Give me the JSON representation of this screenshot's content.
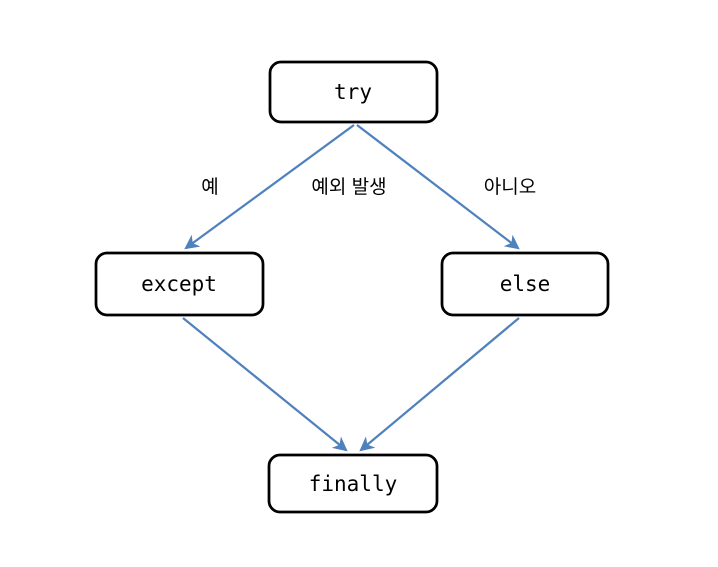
{
  "diagram": {
    "type": "flowchart",
    "background_color": "#ffffff",
    "node_fill_color": "#ffffff",
    "node_border_color": "#000000",
    "node_text_color": "#000000",
    "edge_color": "#4f81bd",
    "edge_label_color": "#000000",
    "nodes": {
      "try": {
        "label": "try"
      },
      "except": {
        "label": "except"
      },
      "else": {
        "label": "else"
      },
      "finally": {
        "label": "finally"
      }
    },
    "edges": [
      {
        "from": "try",
        "to": "except"
      },
      {
        "from": "try",
        "to": "else"
      },
      {
        "from": "except",
        "to": "finally"
      },
      {
        "from": "else",
        "to": "finally"
      }
    ],
    "edge_labels": {
      "yes": {
        "text": "예"
      },
      "condition": {
        "text": "예외 발생"
      },
      "no": {
        "text": "아니오"
      }
    }
  }
}
